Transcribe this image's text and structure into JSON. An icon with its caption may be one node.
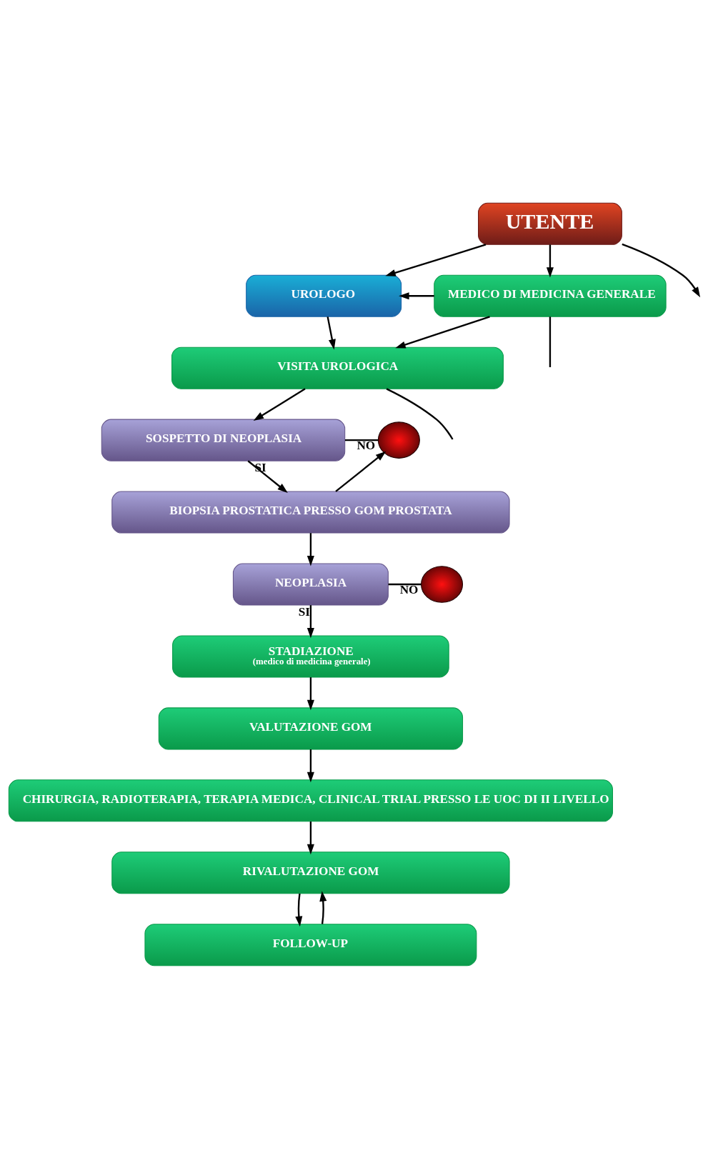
{
  "diagram": {
    "nodes": [
      {
        "text": [
          "UTENTE"
        ]
      },
      {
        "text": [
          "UROLOGO"
        ]
      },
      {
        "text": [
          "MEDICO DI MEDICINA GENERALE"
        ]
      },
      {
        "text": [
          "VISITA UROLOGICA"
        ]
      },
      {
        "text": [
          "SOSPETTO DI NEOPLASIA"
        ]
      },
      {
        "text": [],
        "shape": "circle"
      },
      {
        "text": [
          "BIOPSIA PROSTATICA PRESSO GOM PROSTATA"
        ]
      },
      {
        "text": [
          "NEOPLASIA"
        ]
      },
      {
        "text": [],
        "shape": "circle"
      },
      {
        "text": [
          "STADIAZIONE",
          "(medico di medicina generale)"
        ]
      },
      {
        "text": [
          "VALUTAZIONE GOM"
        ]
      },
      {
        "text": [
          "CHIRURGIA, RADIOTERAPIA, TERAPIA MEDICA, CLINICAL TRIAL PRESSO LE UOC DI II LIVELLO"
        ]
      },
      {
        "text": [
          "RIVALUTAZIONE GOM"
        ]
      },
      {
        "text": [
          "FOLLOW-UP"
        ]
      }
    ],
    "edges": [
      {
        "from": 0,
        "to": null,
        "arrow": "to"
      },
      {
        "from": 0,
        "to": 1,
        "arrow": "to"
      },
      {
        "from": 0,
        "to": 2,
        "arrow": "to"
      },
      {
        "from": 2,
        "to": 1,
        "arrow": "to"
      },
      {
        "from": 2,
        "to": null,
        "arrow": "none"
      },
      {
        "from": 1,
        "to": 3,
        "arrow": "to"
      },
      {
        "from": 2,
        "to": 3,
        "arrow": "to"
      },
      {
        "from": 3,
        "to": null,
        "arrow": "none"
      },
      {
        "from": 3,
        "to": 4,
        "arrow": "to"
      },
      {
        "from": 4,
        "to": 5,
        "arrow": "none",
        "label": "NO"
      },
      {
        "from": 4,
        "to": 6,
        "arrow": "to",
        "label": "SI"
      },
      {
        "from": 6,
        "to": 5,
        "arrow": "to"
      },
      {
        "from": 6,
        "to": 7,
        "arrow": "to"
      },
      {
        "from": 7,
        "to": 8,
        "arrow": "none",
        "label": "NO"
      },
      {
        "from": 7,
        "to": 9,
        "arrow": "to",
        "label": "SI"
      },
      {
        "from": 9,
        "to": 10,
        "arrow": "to"
      },
      {
        "from": 10,
        "to": 11,
        "arrow": "to"
      },
      {
        "from": 11,
        "to": 12,
        "arrow": "to"
      },
      {
        "from": 12,
        "to": 13,
        "arrow": "to"
      },
      {
        "from": 13,
        "to": 12,
        "arrow": "to"
      }
    ]
  }
}
